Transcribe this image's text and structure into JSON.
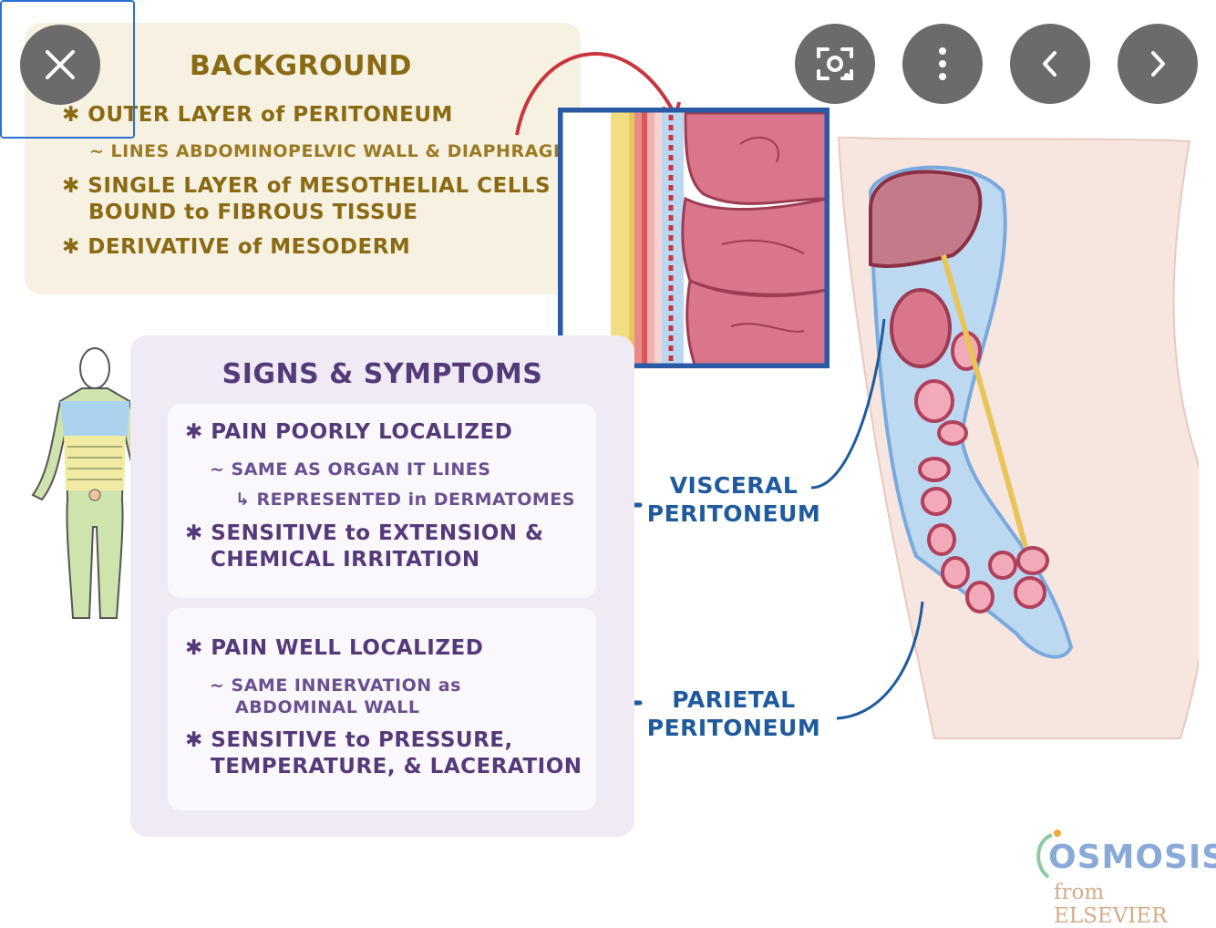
{
  "background": {
    "title": "BACKGROUND",
    "b1": "OUTER LAYER of PERITONEUM",
    "b1_sub": "LINES ABDOMINOPELVIC WALL & DIAPHRAGM",
    "b2_line1": "SINGLE LAYER of MESOTHELIAL CELLS",
    "b2_line2": "BOUND to FIBROUS TISSUE",
    "b3": "DERIVATIVE of MESODERM",
    "bullet": "✱",
    "tilde": "~"
  },
  "signs": {
    "title": "SIGNS & SYMPTOMS",
    "visceral": {
      "p1": "PAIN POORLY LOCALIZED",
      "p1_sub": "SAME AS ORGAN IT LINES",
      "p1_sub2": "REPRESENTED in DERMATOMES",
      "p2_line1": "SENSITIVE to EXTENSION &",
      "p2_line2": "CHEMICAL IRRITATION"
    },
    "parietal": {
      "p1": "PAIN WELL LOCALIZED",
      "p1_sub_line1": "SAME INNERVATION as",
      "p1_sub_line2": "ABDOMINAL WALL",
      "p2_line1": "SENSITIVE to PRESSURE,",
      "p2_line2": "TEMPERATURE, & LACERATION"
    },
    "arrow": "↳"
  },
  "labels": {
    "visceral_line1": "VISCERAL",
    "visceral_line2": "PERITONEUM",
    "parietal_line1": "PARIETAL",
    "parietal_line2": "PERITONEUM"
  },
  "logo": {
    "name": "OSMOSIS",
    "sub": "from ELSEVIER"
  },
  "overlay": {
    "icons": [
      "close-icon",
      "lens-icon",
      "more-vertical-icon",
      "chevron-left-icon",
      "chevron-right-icon"
    ]
  },
  "colors": {
    "background_text": "#8a6a14",
    "signs_text": "#553a7a",
    "label_blue": "#1f5a9c",
    "organ_pink": "#d9768c",
    "focus_ring": "#2a6fd6"
  }
}
